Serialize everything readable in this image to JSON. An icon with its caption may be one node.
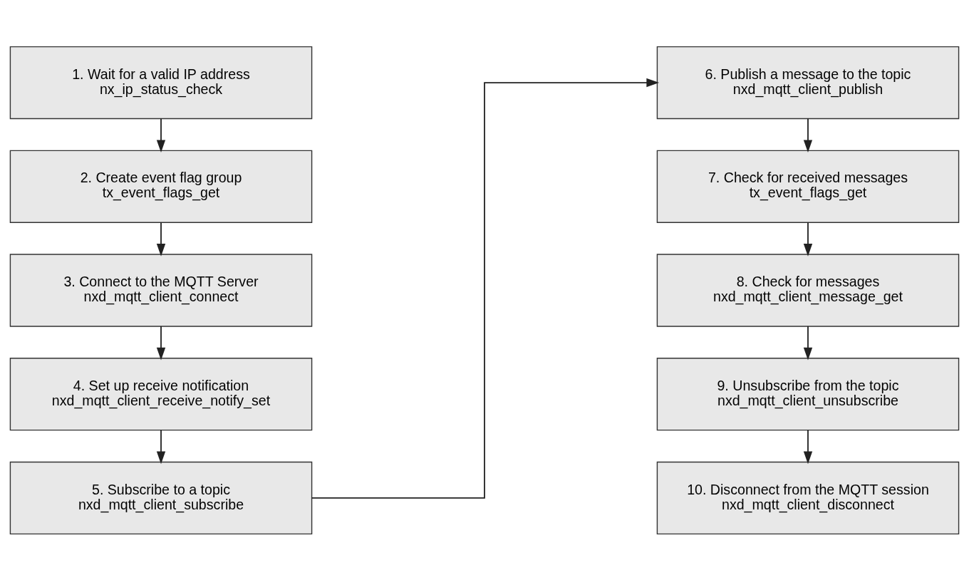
{
  "diagram": {
    "nodes": [
      {
        "text": [
          "1. Wait for a valid IP address",
          "nx_ip_status_check"
        ]
      },
      {
        "text": [
          "2. Create event flag group",
          "tx_event_flags_get"
        ]
      },
      {
        "text": [
          "3. Connect to the MQTT Server",
          "nxd_mqtt_client_connect"
        ]
      },
      {
        "text": [
          "4. Set up receive notification",
          "nxd_mqtt_client_receive_notify_set"
        ]
      },
      {
        "text": [
          "5. Subscribe to a topic",
          "nxd_mqtt_client_subscribe"
        ]
      },
      {
        "text": [
          "6. Publish a message to the topic",
          "nxd_mqtt_client_publish"
        ]
      },
      {
        "text": [
          "7. Check for received messages",
          "tx_event_flags_get"
        ]
      },
      {
        "text": [
          "8. Check for messages",
          "nxd_mqtt_client_message_get"
        ]
      },
      {
        "text": [
          "9. Unsubscribe from the topic",
          "nxd_mqtt_client_unsubscribe"
        ]
      },
      {
        "text": [
          "10. Disconnect from the MQTT session",
          "nxd_mqtt_client_disconnect"
        ]
      }
    ],
    "edges": [
      {
        "from": 0,
        "to": 1,
        "arrow": "to"
      },
      {
        "from": 1,
        "to": 2,
        "arrow": "to"
      },
      {
        "from": 2,
        "to": 3,
        "arrow": "to"
      },
      {
        "from": 3,
        "to": 4,
        "arrow": "to"
      },
      {
        "from": 4,
        "to": 5,
        "arrow": "to"
      },
      {
        "from": 5,
        "to": 6,
        "arrow": "to"
      },
      {
        "from": 6,
        "to": 7,
        "arrow": "to"
      },
      {
        "from": 7,
        "to": 8,
        "arrow": "to"
      },
      {
        "from": 8,
        "to": 9,
        "arrow": "to"
      }
    ]
  }
}
